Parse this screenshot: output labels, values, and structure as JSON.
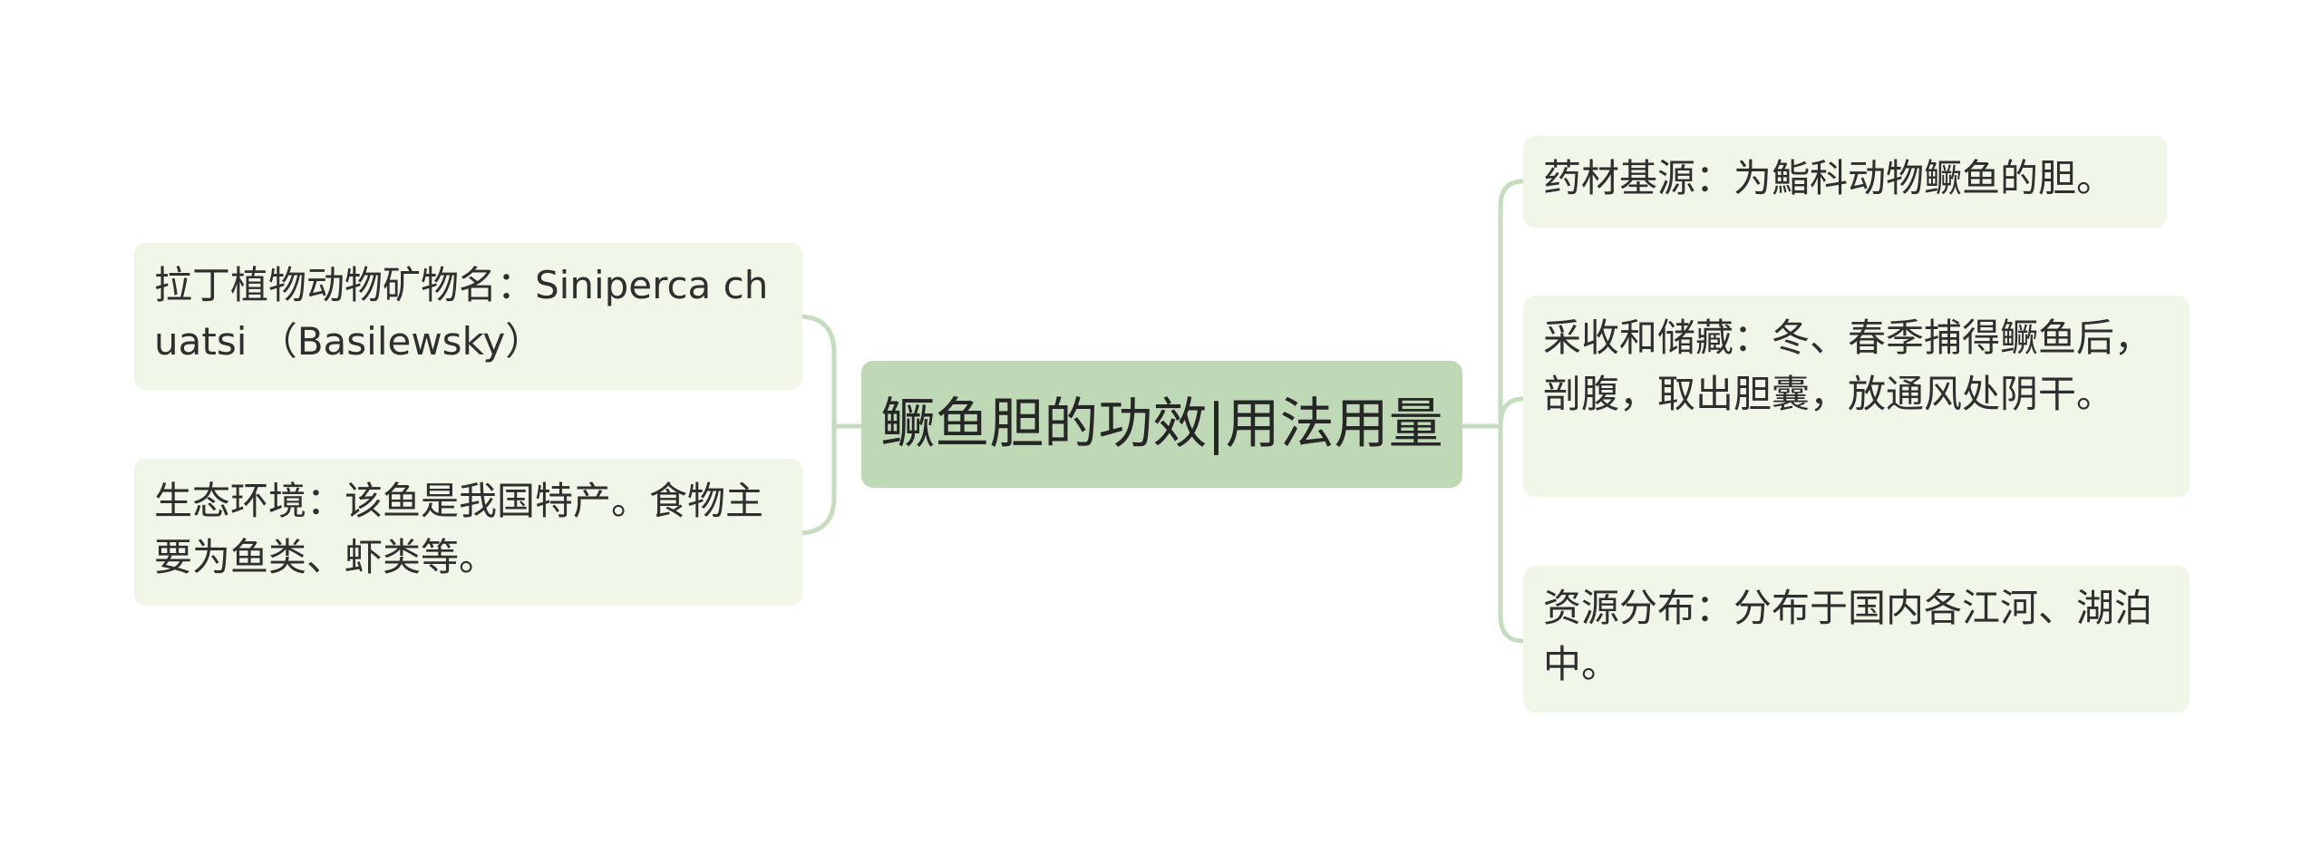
{
  "mindmap": {
    "root": {
      "label": "鳜鱼胆的功效|用法用量"
    },
    "left": [
      {
        "label": "拉丁植物动物矿物名：Siniperca chuatsi （Basilewsky）"
      },
      {
        "label": "生态环境：该鱼是我国特产。食物主要为鱼类、虾类等。"
      }
    ],
    "right": [
      {
        "label": "药材基源：为鮨科动物鳜鱼的胆。"
      },
      {
        "label": "采收和储藏：冬、春季捕得鳜鱼后，剖腹，取出胆囊，放通风处阴干。"
      },
      {
        "label": "资源分布：分布于国内各江河、湖泊中。"
      }
    ]
  },
  "colors": {
    "root_fill": "#bfd9b7",
    "leaf_fill": "#f0f6e8",
    "connector": "#c5dcbf",
    "text": "#2f2f2f"
  }
}
